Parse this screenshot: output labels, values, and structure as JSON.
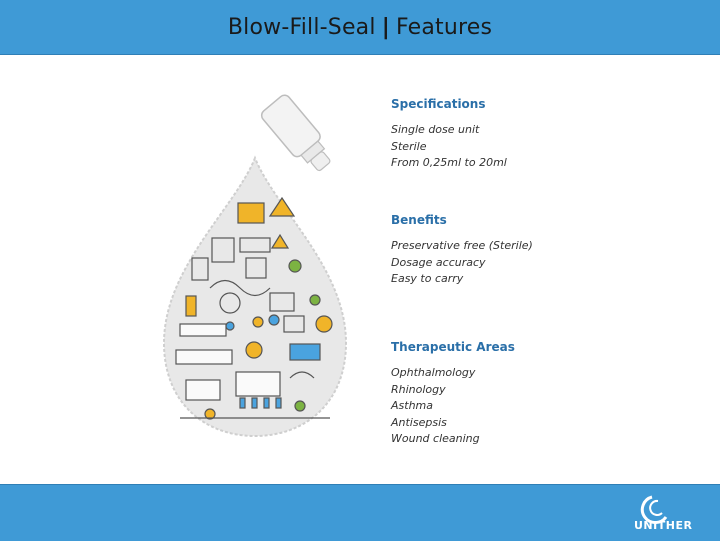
{
  "header": {
    "title_left": "Blow-Fill-Seal",
    "separator": "|",
    "title_right": "Features"
  },
  "sections": [
    {
      "heading": "Specifications",
      "items": [
        "Single dose unit",
        "Sterile",
        "From 0,25ml to 20ml"
      ]
    },
    {
      "heading": "Benefits",
      "items": [
        "Preservative free (Sterile)",
        "Dosage accuracy",
        "Easy to carry"
      ]
    },
    {
      "heading": "Therapeutic Areas",
      "items": [
        "Ophthalmology",
        "Rhinology",
        "Asthma",
        "Antisepsis",
        "Wound cleaning"
      ]
    }
  ],
  "footer": {
    "logo_text": "UNITHER"
  },
  "colors": {
    "header_bg": "#3f9ad6",
    "heading": "#2a6fa8",
    "accent_yellow": "#f0b429",
    "accent_green": "#7cb342",
    "accent_blue": "#4aa3df"
  },
  "icons": [
    "vial-icon",
    "drop-illustration",
    "unither-logo"
  ]
}
